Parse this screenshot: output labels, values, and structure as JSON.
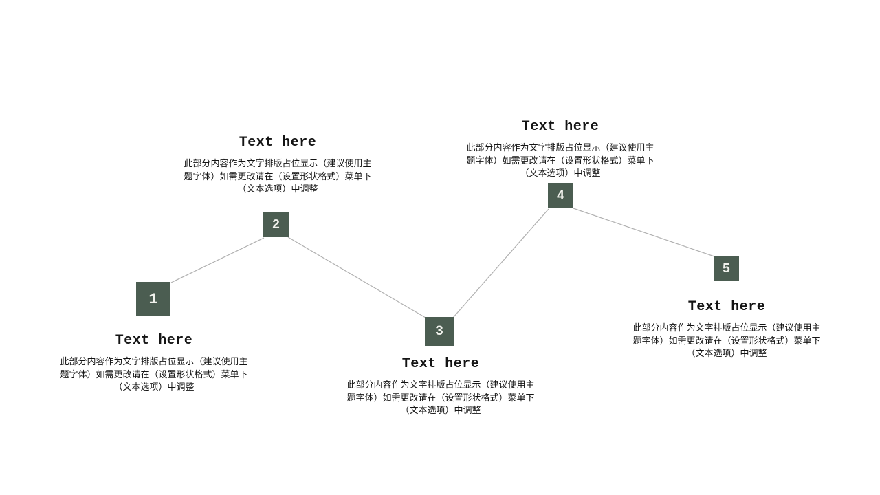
{
  "colors": {
    "box": "#4b5d51",
    "line": "#b0b0b0",
    "number": "#f0f1ec",
    "heading": "#141414",
    "body": "#141414",
    "bg": "#ffffff"
  },
  "steps": [
    {
      "number": "1",
      "title": "Text here",
      "body_lines": [
        "此部分内容作为文字排版占位显示（建议使用主",
        "题字体）如需更改请在（设置形状格式）菜单下",
        "（文本选项）中调整"
      ]
    },
    {
      "number": "2",
      "title": "Text here",
      "body_lines": [
        "此部分内容作为文字排版占位显示（建议使用主",
        "题字体）如需更改请在（设置形状格式）菜单下",
        "（文本选项）中调整"
      ]
    },
    {
      "number": "3",
      "title": "Text here",
      "body_lines": [
        "此部分内容作为文字排版占位显示（建议使用主",
        "题字体）如需更改请在（设置形状格式）菜单下",
        "（文本选项）中调整"
      ]
    },
    {
      "number": "4",
      "title": "Text here",
      "body_lines": [
        "此部分内容作为文字排版占位显示（建议使用主",
        "题字体）如需更改请在（设置形状格式）菜单下",
        "（文本选项）中调整"
      ]
    },
    {
      "number": "5",
      "title": "Text here",
      "body_lines": [
        "此部分内容作为文字排版占位显示（建议使用主",
        "题字体）如需更改请在（设置形状格式）菜单下",
        "（文本选项）中调整"
      ]
    }
  ]
}
